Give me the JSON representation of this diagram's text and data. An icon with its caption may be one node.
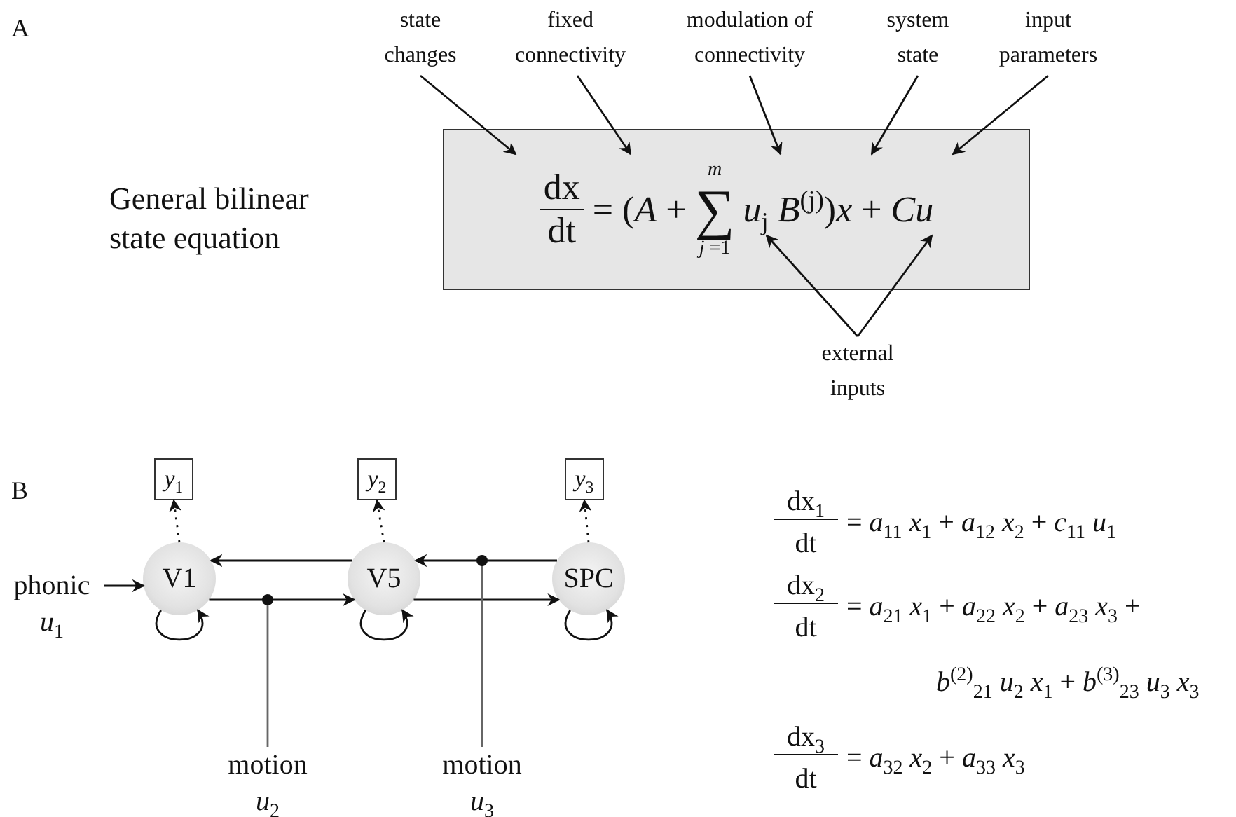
{
  "diagram": {
    "nodes": [
      {
        "text": [
          "state changes"
        ]
      },
      {
        "text": [
          "fixed connectivity"
        ]
      },
      {
        "text": [
          "modulation of connectivity"
        ]
      },
      {
        "text": [
          "system state"
        ]
      },
      {
        "text": [
          "input parameters"
        ]
      },
      {
        "text": [
          "dx",
          "dt",
          "= (*A* +",
          "*m*",
          "∑",
          "*j* =1",
          "*u*$_{j}$ *B*$^{(j)}$)*x* + *Cu*"
        ]
      },
      {
        "text": [
          "external inputs"
        ]
      },
      {
        "text": [
          "*y*$_{1}$"
        ]
      },
      {
        "text": [
          "*y*$_{2}$"
        ]
      },
      {
        "text": [
          "*y*$_{3}$"
        ]
      },
      {
        "text": [
          "phonic",
          "*u*$_{1}$"
        ]
      },
      {
        "text": [
          "V1"
        ]
      },
      {
        "text": [
          "V5"
        ]
      },
      {
        "text": [
          "SPC"
        ]
      },
      {
        "text": [
          "motion",
          "*u*$_{2}$"
        ]
      },
      {
        "text": [
          "motion",
          "*u*$_{3}$"
        ]
      }
    ],
    "edges": [
      {
        "from": 0,
        "to": 5,
        "arrow": "to"
      },
      {
        "from": 1,
        "to": 5,
        "arrow": "to"
      },
      {
        "from": 2,
        "to": 5,
        "arrow": "to"
      },
      {
        "from": 3,
        "to": 5,
        "arrow": "to"
      },
      {
        "from": 4,
        "to": 5,
        "arrow": "to"
      },
      {
        "from": 6,
        "to": 5,
        "arrow": "to"
      },
      {
        "from": 6,
        "to": 5,
        "arrow": "to"
      },
      {
        "from": 11,
        "to": 7,
        "arrow": "to",
        "style": "dashed"
      },
      {
        "from": 12,
        "to": 8,
        "arrow": "to",
        "style": "dashed"
      },
      {
        "from": 13,
        "to": 9,
        "arrow": "to",
        "style": "dashed"
      },
      {
        "from": 10,
        "to": 11,
        "arrow": "to"
      },
      {
        "from": 12,
        "to": 11,
        "arrow": "to"
      },
      {
        "from": 13,
        "to": 12,
        "arrow": "to"
      },
      {
        "from": 11,
        "to": 12,
        "arrow": "to"
      },
      {
        "from": 12,
        "to": 13,
        "arrow": "to"
      },
      {
        "from": 11,
        "to": 11,
        "arrow": "to"
      },
      {
        "from": 12,
        "to": 12,
        "arrow": "to"
      },
      {
        "from": 13,
        "to": 13,
        "arrow": "to"
      },
      {
        "from": 14,
        "to": null,
        "arrow": "other",
        "color": "#666666"
      },
      {
        "from": 15,
        "to": null,
        "arrow": "other",
        "color": "#666666"
      }
    ],
    "labels": [
      "A",
      "General bilinear state equation",
      "B",
      "dx$_{1}$",
      "dt",
      "= *a*$_{11}$ *x*$_{1}$ + *a*$_{12}$ *x*$_{2}$ + *c*$_{11}$ *u*$_{1}$",
      "dx$_{2}$",
      "dt",
      "= *a*$_{21}$ *x*$_{1}$ + *a*$_{22}$ *x*$_{2}$ + *a*$_{23}$ *x*$_{3}$ +",
      "*b*$^{(2)}$$_{21}$ *u*$_{2}$ *x*$_{1}$ + *b*$^{(3)}$$_{23}$ *u*$_{3}$ *x*$_{3}$",
      "dx$_{3}$",
      "dt",
      "= *a*$_{32}$ *x*$_{2}$ + *a*$_{33}$ *x*$_{3}$"
    ]
  }
}
